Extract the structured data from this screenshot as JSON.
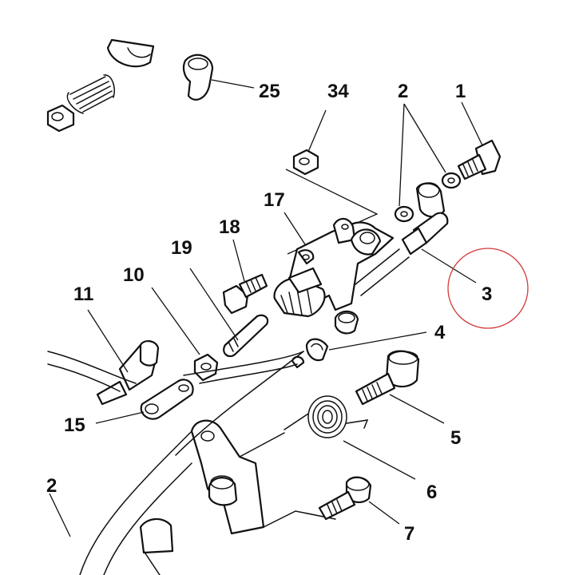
{
  "diagram": {
    "callouts": [
      {
        "id": "c1",
        "label": "1"
      },
      {
        "id": "c2a",
        "label": "2"
      },
      {
        "id": "c2b",
        "label": "2"
      },
      {
        "id": "c3",
        "label": "3"
      },
      {
        "id": "c4",
        "label": "4"
      },
      {
        "id": "c5",
        "label": "5"
      },
      {
        "id": "c6",
        "label": "6"
      },
      {
        "id": "c10",
        "label": "10"
      },
      {
        "id": "c11",
        "label": "11"
      },
      {
        "id": "c15",
        "label": "15"
      },
      {
        "id": "c17",
        "label": "17"
      },
      {
        "id": "c18",
        "label": "18"
      },
      {
        "id": "c19",
        "label": "19"
      },
      {
        "id": "c25",
        "label": "25"
      },
      {
        "id": "c34",
        "label": "34"
      },
      {
        "id": "c7",
        "label": "7"
      }
    ],
    "highlight_color": "#d23a3a",
    "line_color": "#111111"
  }
}
